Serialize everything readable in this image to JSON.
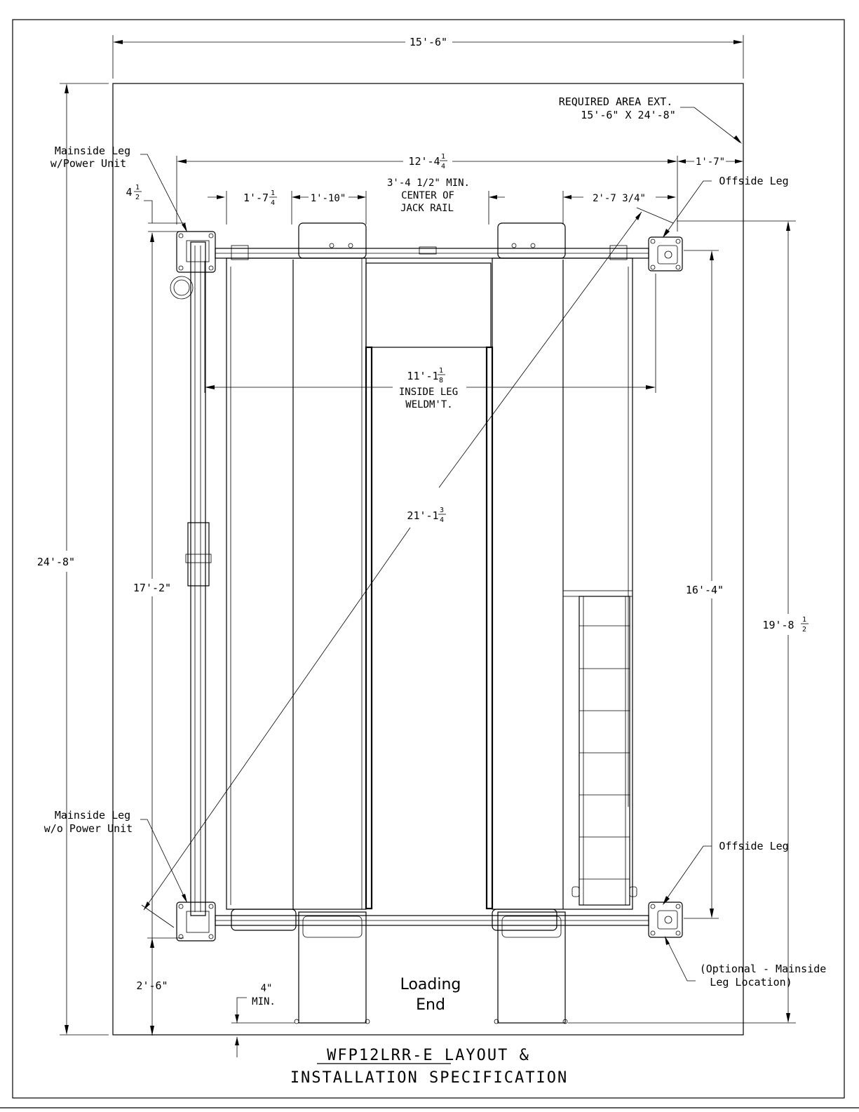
{
  "title": {
    "line1": "WFP12LRR-E LAYOUT &",
    "line2": "INSTALLATION SPECIFICATION"
  },
  "dimensions": {
    "overall_width": "15'-6\"",
    "overall_length": "24'-8\"",
    "leg_span": "12'-4",
    "leg_span_frac_num": "1",
    "leg_span_frac_den": "4",
    "offside_clear": "1'-7\"",
    "left_offset": "1'-7",
    "left_offset_frac_num": "1",
    "left_offset_frac_den": "4",
    "runway_width": "1'-10\"",
    "jack_rail_1": "3'-4 1/2\" MIN.",
    "jack_rail_2": "CENTER OF",
    "jack_rail_3": "JACK RAIL",
    "right_offset": "2'-7 3/4\"",
    "top_offset": "4",
    "top_offset_frac_num": "1",
    "top_offset_frac_den": "2",
    "inside_leg": "11'-1",
    "inside_leg_frac_num": "1",
    "inside_leg_frac_den": "8",
    "inside_leg_2": "INSIDE LEG",
    "inside_leg_3": "WELDM'T.",
    "diagonal": "21'-1",
    "diagonal_frac_num": "3",
    "diagonal_frac_den": "4",
    "left_post_span": "17'-2\"",
    "right_post_span": "16'-4\"",
    "right_total": "19'-8",
    "right_total_frac_num": "1",
    "right_total_frac_den": "2",
    "bottom_clear": "2'-6\"",
    "approach_min_1": "4\"",
    "approach_min_2": "MIN."
  },
  "labels": {
    "required_area_1": "REQUIRED AREA EXT.",
    "required_area_2": "15'-6\" X 24'-8\"",
    "mainside_power_1": "Mainside Leg",
    "mainside_power_2": "w/Power Unit",
    "offside_top": "Offside Leg",
    "mainside_nopower_1": "Mainside Leg",
    "mainside_nopower_2": "w/o Power Unit",
    "offside_bottom": "Offside Leg",
    "optional_1": "(Optional - Mainside",
    "optional_2": "Leg Location)",
    "loading_1": "Loading",
    "loading_2": "End"
  }
}
